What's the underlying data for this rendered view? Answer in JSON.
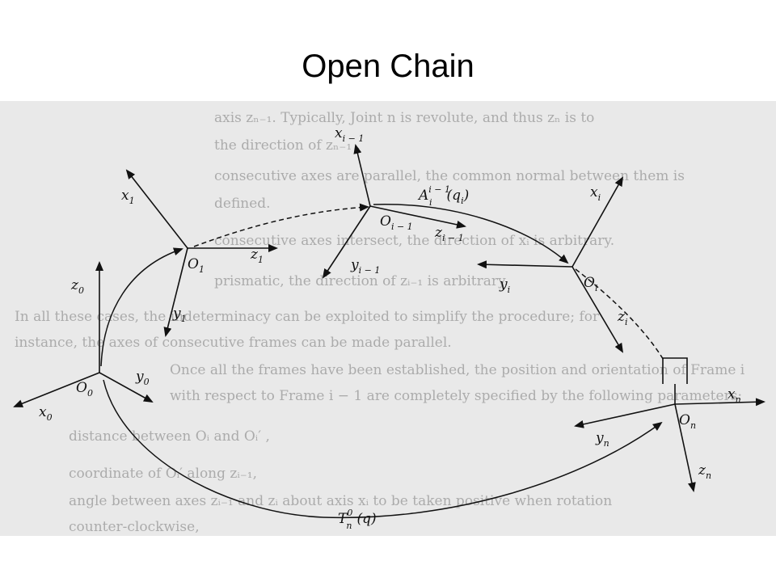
{
  "slide": {
    "title": "Open Chain"
  },
  "figure": {
    "background_color": "#e9e9e9",
    "background_text": [
      "axis zₙ₋₁. Typically, Joint n is revolute, and thus zₙ is to",
      "the direction of zₙ₋₁ .",
      "consecutive axes are parallel, the common normal between them is",
      "defined.",
      "consecutive axes intersect, the direction of xᵢ is arbitrary.",
      "prismatic, the direction of zᵢ₋₁ is arbitrary.",
      "In all these cases, the indeterminacy can be exploited to simplify the procedure; for",
      "instance, the axes of consecutive frames can be made parallel.",
      "Once all the frames have been established, the position and orientation of Frame i",
      "with respect to Frame i − 1 are completely specified by the following parameters:",
      "distance between Oᵢ and Oᵢ′ ,",
      "coordinate of Oᵢ′ along zᵢ₋₁,",
      "angle between axes zᵢ₋₁ and zᵢ about axis xᵢ to be taken positive when rotation",
      "counter-clockwise,"
    ],
    "frames": [
      {
        "origin": {
          "base": "O",
          "sub": "0"
        },
        "x": {
          "base": "x",
          "sub": "0"
        },
        "y": {
          "base": "y",
          "sub": "0"
        },
        "z": {
          "base": "z",
          "sub": "0"
        }
      },
      {
        "origin": {
          "base": "O",
          "sub": "1"
        },
        "x": {
          "base": "x",
          "sub": "1"
        },
        "y": {
          "base": "y",
          "sub": "1"
        },
        "z": {
          "base": "z",
          "sub": "1"
        }
      },
      {
        "origin": {
          "base": "O",
          "sub": "i − 1"
        },
        "x": {
          "base": "x",
          "sub": "i − 1"
        },
        "y": {
          "base": "y",
          "sub": "i − 1"
        },
        "z": {
          "base": "z",
          "sub": "i − 1"
        }
      },
      {
        "origin": {
          "base": "O",
          "sub": "i"
        },
        "x": {
          "base": "x",
          "sub": "i"
        },
        "y": {
          "base": "y",
          "sub": "i"
        },
        "z": {
          "base": "z",
          "sub": "i"
        }
      },
      {
        "origin": {
          "base": "O",
          "sub": "n"
        },
        "x": {
          "base": "x",
          "sub": "n"
        },
        "y": {
          "base": "y",
          "sub": "n"
        },
        "z": {
          "base": "z",
          "sub": "n"
        }
      }
    ],
    "transforms": {
      "a_i": {
        "base": "A",
        "sub": "i",
        "sup": "i − 1",
        "arg": "(q",
        "arg_sub": "i",
        "arg_close": ")"
      },
      "t_n": {
        "base": "T",
        "sub": "n",
        "sup": "0",
        "arg": "(q)"
      }
    }
  }
}
